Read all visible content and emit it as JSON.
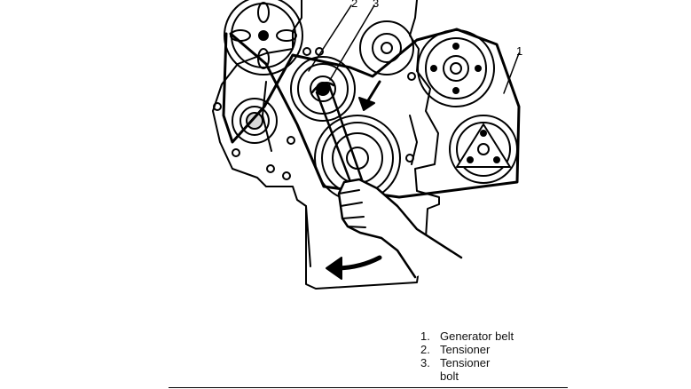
{
  "callouts": [
    "1",
    "2",
    "3"
  ],
  "legend": [
    {
      "num": "1.",
      "text": "Generator belt"
    },
    {
      "num": "2.",
      "text": "Tensioner"
    },
    {
      "num": "3.",
      "text": "Tensioner\nbolt"
    }
  ]
}
